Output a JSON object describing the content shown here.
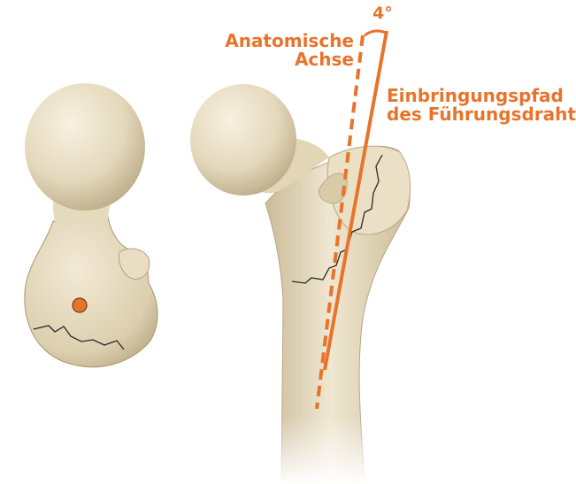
{
  "labels": {
    "anatomical_axis_line1": "Anatomische",
    "anatomical_axis_line2": "Achse",
    "angle": "4°",
    "guide_wire_path_line1": "Einbringungspfad",
    "guide_wire_path_line2": "des Führungsdrahts"
  },
  "colors": {
    "accent": "#e8742c",
    "bone": "#e7dcc0",
    "bone_shadow": "#b9a884",
    "outline": "#2a2a2a"
  }
}
